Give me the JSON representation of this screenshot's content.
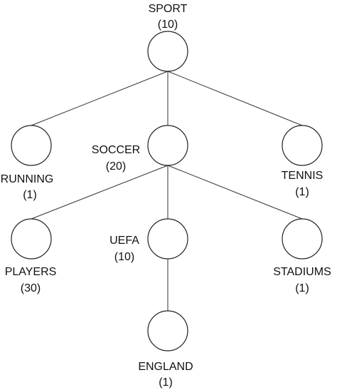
{
  "diagram": {
    "nodes": {
      "sport": {
        "name": "SPORT",
        "count": "(10)"
      },
      "running": {
        "name": "RUNNING",
        "count": "(1)"
      },
      "soccer": {
        "name": "SOCCER",
        "count": "(20)"
      },
      "tennis": {
        "name": "TENNIS",
        "count": "(1)"
      },
      "players": {
        "name": "PLAYERS",
        "count": "(30)"
      },
      "uefa": {
        "name": "UEFA",
        "count": "(10)"
      },
      "stadiums": {
        "name": "STADIUMS",
        "count": "(1)"
      },
      "england": {
        "name": "ENGLAND",
        "count": "(1)"
      }
    },
    "edges": [
      [
        "sport",
        "running"
      ],
      [
        "sport",
        "soccer"
      ],
      [
        "sport",
        "tennis"
      ],
      [
        "soccer",
        "players"
      ],
      [
        "soccer",
        "uefa"
      ],
      [
        "soccer",
        "stadiums"
      ],
      [
        "uefa",
        "england"
      ]
    ]
  }
}
